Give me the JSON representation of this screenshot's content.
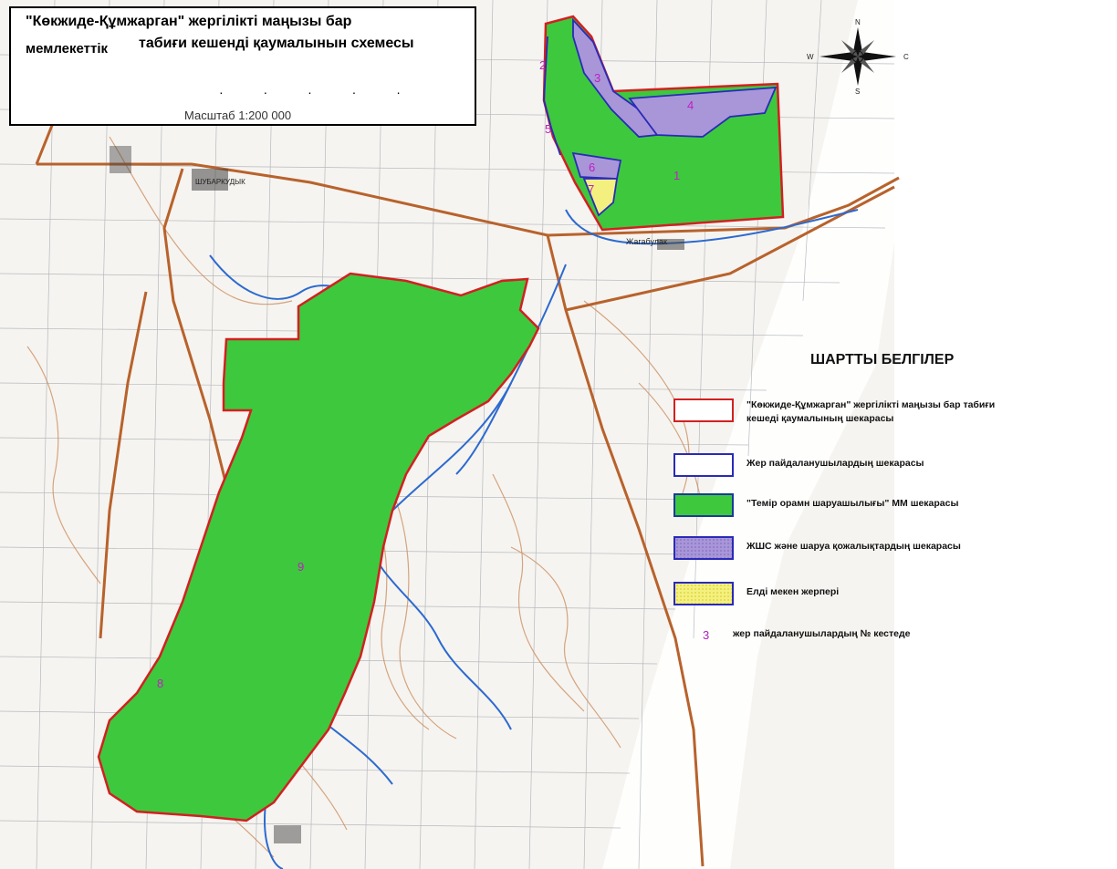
{
  "title": {
    "line1": "\"Көкжиде-Құмжарган\" жергілікті маңызы бар",
    "line2": "мемлекеттік",
    "line3": "табиғи кешенді қаумалынын схемесы",
    "scale": "Масштаб 1:200 000"
  },
  "compass": {
    "n": "N",
    "w": "W",
    "e": "C",
    "s": "S"
  },
  "legend": {
    "title": "ШАРТТЫ БЕЛГІЛЕР",
    "items": [
      {
        "label": "\"Көкжиде-Құмжарган\" жергілікті маңызы бар табиғи",
        "label2": "кешеді қаумалының шекарасы",
        "fill": "#ffffff",
        "stroke": "#d22020"
      },
      {
        "label": "Жер пайдаланушылардың шекарасы",
        "label2": "",
        "fill": "#ffffff",
        "stroke": "#2a2ab8"
      },
      {
        "label": "\"Темір орамн шаруашылығы\" ММ шекарасы",
        "label2": "",
        "fill": "#3ec83e",
        "stroke": "#1a3a9a"
      },
      {
        "label": "ЖШС және шаруа қожалықтардың шекарасы",
        "label2": "",
        "fill": "#a896d8",
        "stroke": "#2a2ab8"
      },
      {
        "label": "Елді мекен жерпері",
        "label2": "",
        "fill": "#f4f080",
        "stroke": "#2a2ab8"
      }
    ],
    "number_sample": "3",
    "number_label": "жер пайдаланушылардың № кестеде"
  },
  "places": {
    "jagabulak": "Жагабулак",
    "shubarkuduk": "ШУБАРКУДЫК"
  },
  "parcels": [
    "1",
    "2",
    "3",
    "4",
    "5",
    "6",
    "7",
    "8",
    "9"
  ],
  "colors": {
    "reserve_boundary": "#d22020",
    "user_boundary": "#2a2ab8",
    "green_fill": "#3ec83e",
    "purple_fill": "#a896d8",
    "yellow_fill": "#f4f080",
    "road": "#b8622c",
    "river": "#2c6ad0",
    "parcel_number": "#c020c0"
  }
}
